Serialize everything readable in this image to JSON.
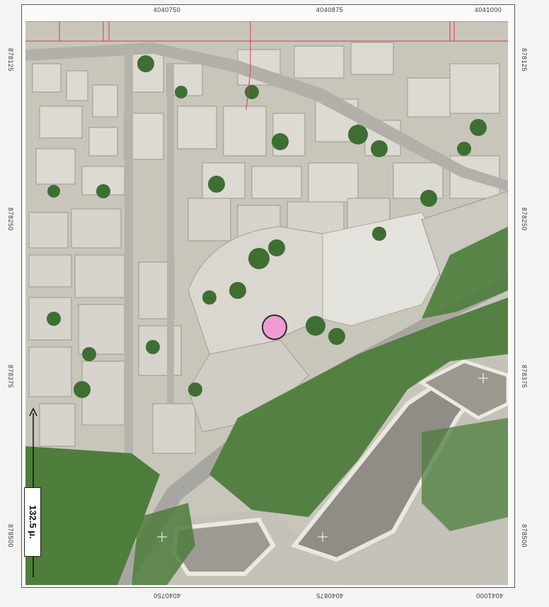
{
  "grid": {
    "top_labels": [
      "4040750",
      "4040875",
      "4041000"
    ],
    "bottom_labels": [
      "4040750",
      "4040875",
      "4041000"
    ],
    "left_labels": [
      "878125",
      "878250",
      "878375",
      "878500"
    ],
    "right_labels": [
      "878125",
      "878250",
      "878375",
      "878500"
    ]
  },
  "scale": {
    "label": "132.5 μ."
  },
  "colors": {
    "site_marker": "#f29ad6",
    "parcel_lines": "#d63c4c",
    "vegetation": "#4f7f3e",
    "road": "#a8a6a0"
  },
  "icons": {
    "site": "pink-circle-marker",
    "scale": "scale-arrow"
  }
}
